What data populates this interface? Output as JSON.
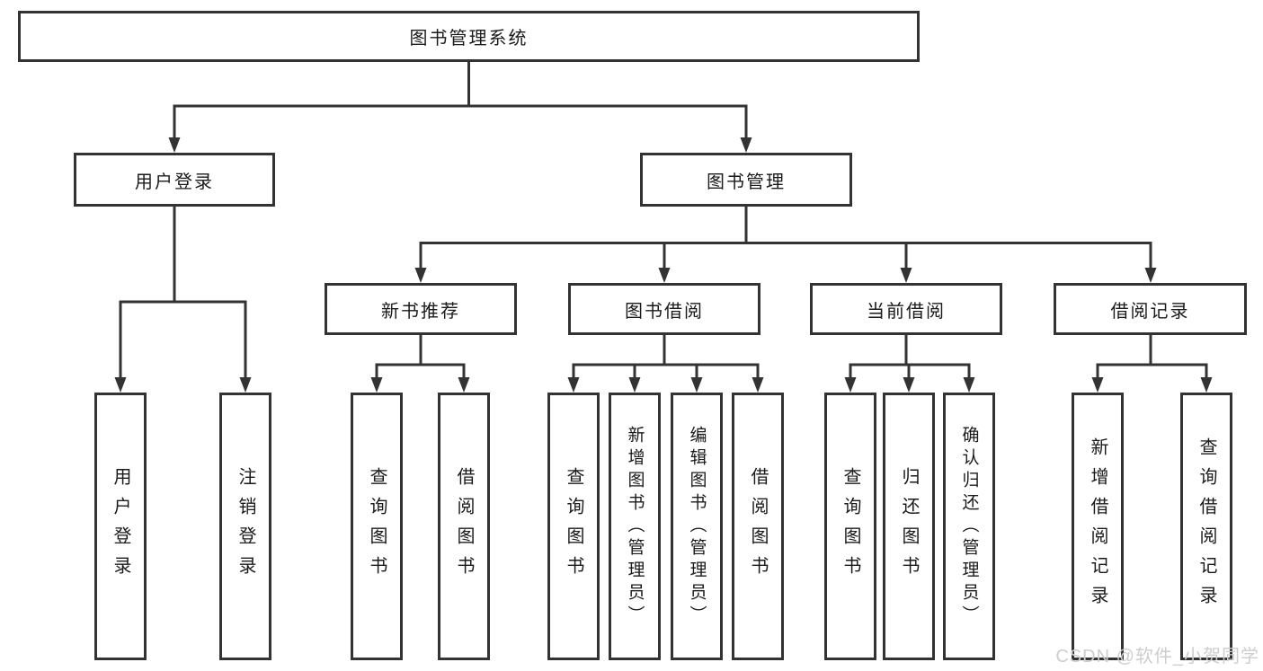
{
  "title": "图书管理系统",
  "watermark": "CSDN @软件_小贺同学",
  "colors": {
    "line": "#333333",
    "box_border": "#333333",
    "box_background": "#ffffff",
    "text": "#1a1a1a",
    "watermark_text": "#cdcdcd"
  },
  "tree": {
    "root": "图书管理系统",
    "level2": [
      "用户登录",
      "图书管理"
    ],
    "level3": [
      "新书推荐",
      "图书借阅",
      "当前借阅",
      "借阅记录"
    ],
    "leaves": {
      "user_login": [
        "用户登录",
        "注销登录"
      ],
      "new_book": [
        "查询图书",
        "借阅图书"
      ],
      "book_borrow": [
        "查询图书",
        "新增图书（管理员）",
        "编辑图书（管理员）",
        "借阅图书"
      ],
      "current_borrow": [
        "查询图书",
        "归还图书",
        "确认归还（管理员）"
      ],
      "borrow_records": [
        "新增借阅记录",
        "查询借阅记录"
      ]
    }
  }
}
